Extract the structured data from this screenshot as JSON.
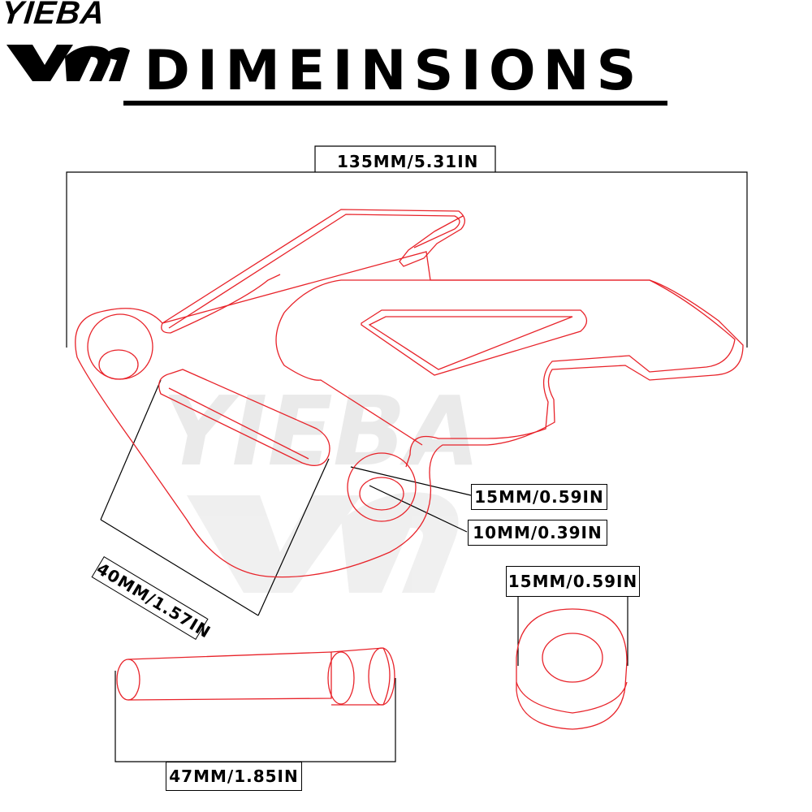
{
  "brand": {
    "name": "YIEBA",
    "watermark": "YIEBA"
  },
  "title": "DIMEINSIONS",
  "dimensions": {
    "bracket_width": "135MM/5.31IN",
    "slot_length": "40MM/1.57IN",
    "hole_outer": "15MM/0.59IN",
    "hole_inner": "10MM/0.39IN",
    "spacer_diameter": "15MM/0.59IN",
    "bolt_length": "47MM/1.85IN"
  },
  "colors": {
    "outline": "#e8232a",
    "dimension_line": "#000000",
    "watermark": "#d9d9d9"
  }
}
